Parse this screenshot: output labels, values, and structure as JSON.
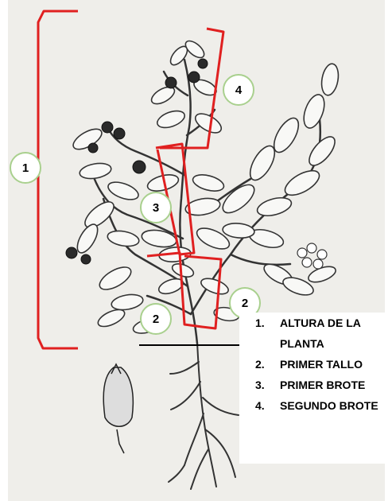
{
  "badges": [
    "1",
    "2",
    "2",
    "3",
    "4"
  ],
  "legend": [
    {
      "num": "1.",
      "text": "ALTURA DE LA PLANTA"
    },
    {
      "num": "2.",
      "text": "PRIMER TALLO"
    },
    {
      "num": "3.",
      "text": "PRIMER BROTE"
    },
    {
      "num": "4.",
      "text": "SEGUNDO BROTE"
    }
  ],
  "colors": {
    "bracket": "#e02020",
    "badge_border": "#a9d08e",
    "background": "#efeeea"
  }
}
